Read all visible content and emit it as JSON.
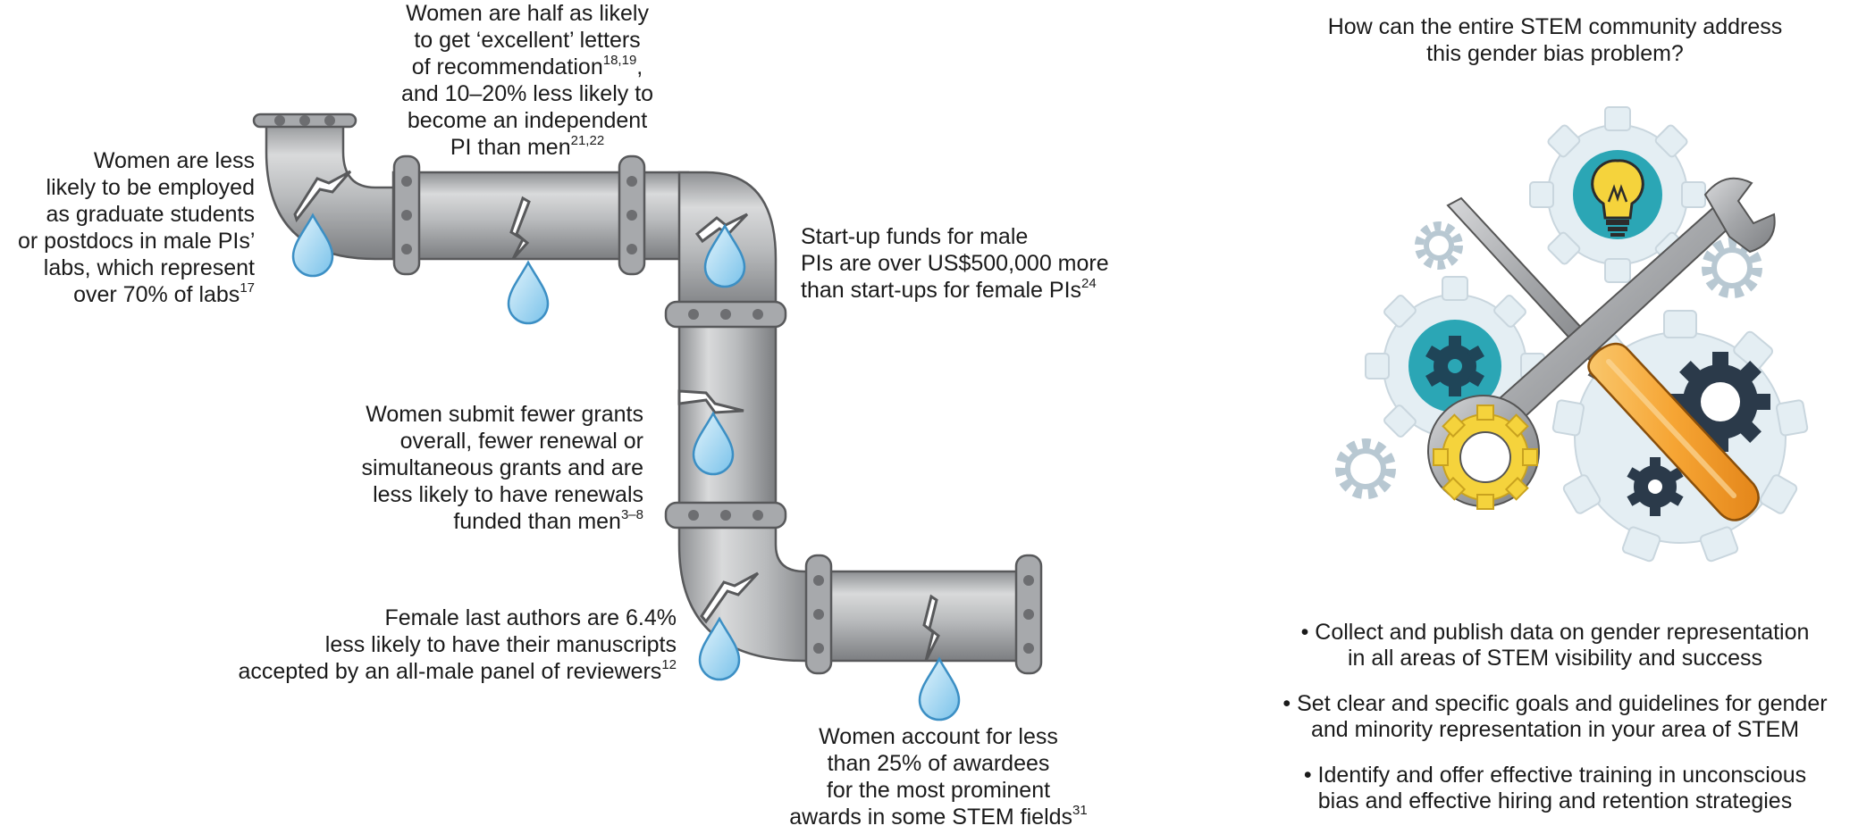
{
  "leak_notes": {
    "employment": {
      "lines": [
        "Women are less",
        "likely to be employed",
        "as graduate students",
        "or postdocs in male PIs’",
        "labs, which represent",
        "over 70% of labs"
      ],
      "ref": "17"
    },
    "letters": {
      "lines": [
        "Women are half as likely",
        "to get ‘excellent’ letters",
        "of recommendation",
        "and 10–20% less likely to",
        "become an independent",
        "PI than men"
      ],
      "ref_line3": "18,19",
      "line3_suffix": ",",
      "ref": "21,22"
    },
    "startup": {
      "lines": [
        "Start-up funds for male",
        "PIs are over US$500,000 more",
        "than start-ups for female PIs"
      ],
      "ref": "24"
    },
    "grants": {
      "lines": [
        "Women submit fewer grants",
        "overall, fewer renewal or",
        "simultaneous grants and are",
        "less likely to have renewals",
        "funded than men"
      ],
      "ref": "3–8"
    },
    "authors": {
      "lines": [
        "Female last authors are 6.4%",
        "less likely to have their manuscripts",
        "accepted by an all-male panel of reviewers"
      ],
      "ref": "12"
    },
    "awards": {
      "lines": [
        "Women account for less",
        "than 25% of awardees",
        "for the most prominent",
        "awards in some STEM fields"
      ],
      "ref": "31"
    }
  },
  "question": {
    "lines": [
      "How can the entire STEM community address",
      "this gender bias problem?"
    ]
  },
  "actions": [
    {
      "lines": [
        "• Collect and publish data on gender representation",
        "in all areas of STEM visibility and success"
      ]
    },
    {
      "lines": [
        "• Set clear and specific goals and guidelines for gender",
        "and minority representation in your area of STEM"
      ]
    },
    {
      "lines": [
        "• Identify and offer effective training in unconscious",
        "bias and effective hiring and retention strategies"
      ]
    }
  ],
  "icons": [
    "leaky-pipe-icon",
    "water-drop-icon",
    "gear-icon",
    "lightbulb-icon",
    "wrench-icon",
    "screwdriver-icon"
  ],
  "colors": {
    "pipe": "#a7a9ac",
    "pipe_dark": "#6d6e71",
    "drop": "#a8d8f0",
    "drop_edge": "#3c8fc4",
    "teal": "#2ba6b5",
    "gear_light": "#dce9f0",
    "yellow": "#f5d33c",
    "orange": "#f6a534"
  }
}
